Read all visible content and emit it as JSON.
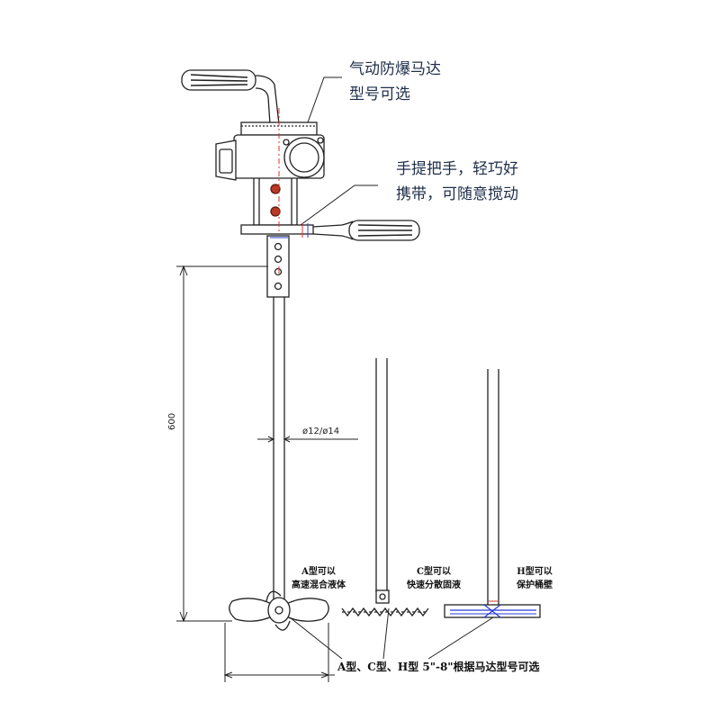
{
  "callouts": {
    "motor_line1": "气动防爆马达",
    "motor_line2": "型号可选",
    "handle_line1": "手提把手，轻巧好",
    "handle_line2": "携带，可随意搅动"
  },
  "dimensions": {
    "shaft_length": "600",
    "shaft_diameter": "ø12/ø14"
  },
  "impellers": {
    "a_line1": "A型可以",
    "a_line2": "高速混合液体",
    "c_line1": "C型可以",
    "c_line2": "快速分散固液",
    "h_line1": "H型可以",
    "h_line2": "保护桶壁"
  },
  "footer_note": "A型、C型、H型 5\"-8\"根据马达型号可选",
  "colors": {
    "line": "#222222",
    "accent_red": "#e0302a",
    "accent_blue": "#2a3bd6",
    "callout_text": "#1f2f4a"
  }
}
